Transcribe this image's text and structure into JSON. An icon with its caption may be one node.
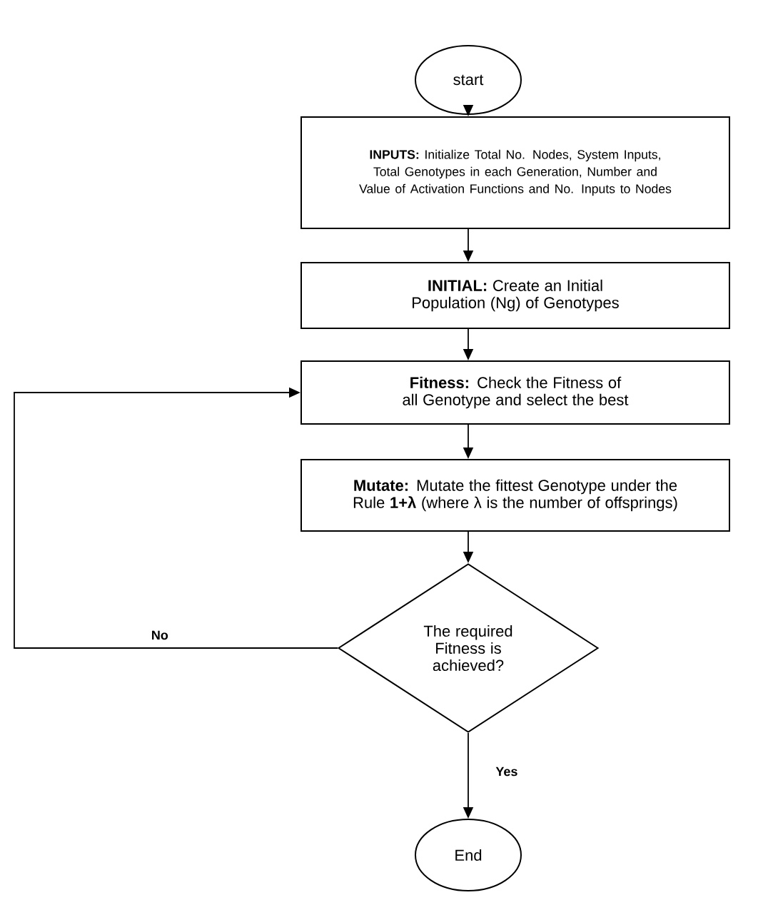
{
  "diagram": {
    "nodes": [
      {
        "text": [
          "start"
        ]
      },
      {
        "text": [
          "**INPUTS:** Initialize Total No. Nodes, System Inputs, Total Genotypes in each Generation, Number and Value of Activation Functions and No. Inputs to Nodes"
        ]
      },
      {
        "text": [
          "**INITIAL:** Create an Initial Population (Ng) of Genotypes"
        ]
      },
      {
        "text": [
          "**Fitness:** Check the Fitness of all Genotype and select the best"
        ]
      },
      {
        "text": [
          "**Mutate:** Mutate the fittest Genotype under the Rule **1+λ** (where  λ is the number of offsprings)"
        ]
      },
      {
        "text": [
          "The required Fitness is achieved?"
        ]
      },
      {
        "text": [
          "End"
        ]
      }
    ],
    "edges": [
      {
        "from": 0,
        "to": 1,
        "arrow": "to"
      },
      {
        "from": 1,
        "to": 2,
        "arrow": "to"
      },
      {
        "from": 2,
        "to": 3,
        "arrow": "to"
      },
      {
        "from": 3,
        "to": 4,
        "arrow": "to"
      },
      {
        "from": 4,
        "to": 5,
        "arrow": "to"
      },
      {
        "from": 5,
        "to": 3,
        "arrow": "to",
        "label": "No"
      },
      {
        "from": 5,
        "to": 6,
        "arrow": "to",
        "label": "Yes"
      }
    ]
  }
}
